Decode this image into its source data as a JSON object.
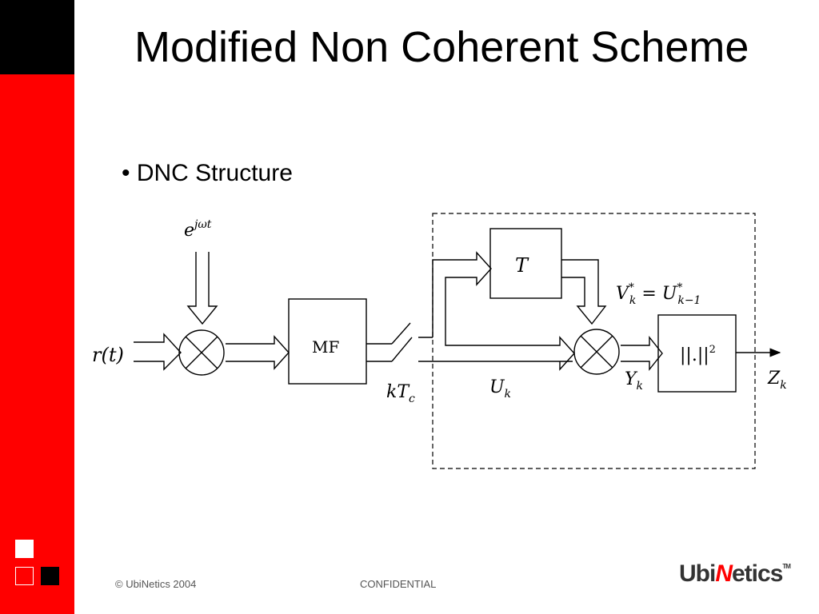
{
  "slide": {
    "title": "Modified Non Coherent Scheme",
    "bullet": "DNC Structure"
  },
  "diagram": {
    "input_label": "r(t)",
    "oscillator_label": "e^{jωt}",
    "mf_label": "MF",
    "sampler_label": "kT_c",
    "delay_label": "T",
    "uk_label": "U_k",
    "vk_label": "V*_k = U*_{k−1}",
    "yk_label": "Y_k",
    "magnitude_label": "||.||²",
    "output_label": "Z_k"
  },
  "footer": {
    "copyright": "© UbiNetics 2004",
    "confidential": "CONFIDENTIAL",
    "logo": {
      "prefix": "Ubi",
      "accent": "N",
      "suffix": "etics",
      "tm": "TM"
    }
  },
  "colors": {
    "accent": "#ff0000",
    "dark": "#000000",
    "background": "#ffffff"
  }
}
